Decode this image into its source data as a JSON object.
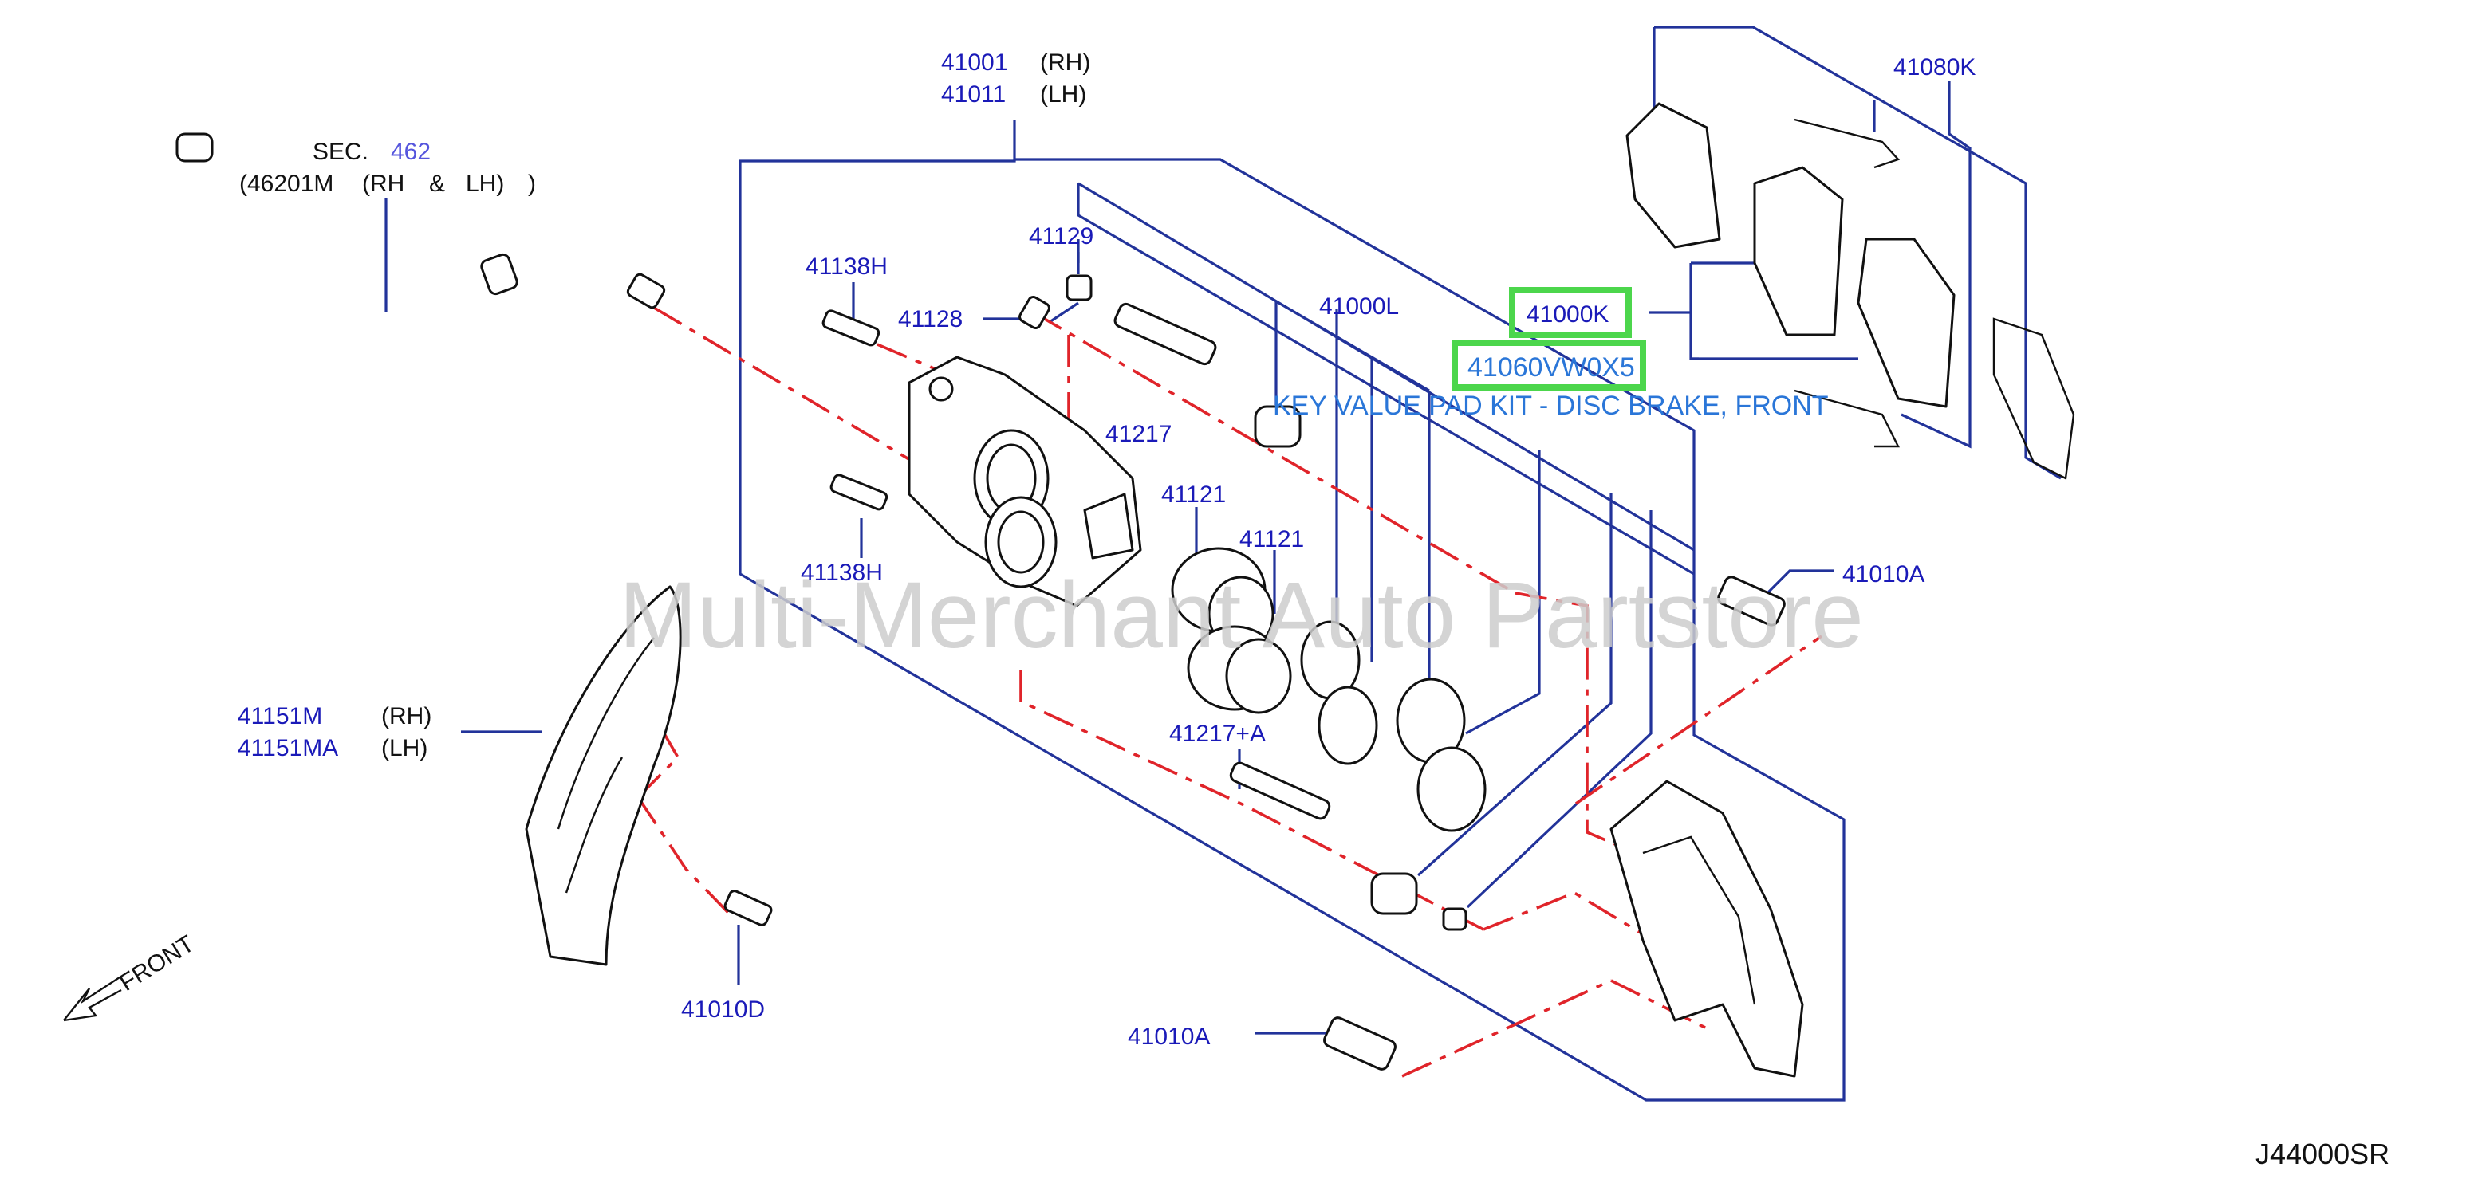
{
  "labels": {
    "sec_prefix": "SEC.",
    "sec_num": "462",
    "hose_part": "(46201M",
    "hose_rh": "(RH",
    "hose_amp": "&",
    "hose_lh": "LH)",
    "hose_close": ")",
    "caliper_rh_num": "41001",
    "caliper_rh_side": "(RH)",
    "caliper_lh_num": "41011",
    "caliper_lh_side": "(LH)",
    "bolt_top": "41138H",
    "bolt_bottom": "41138H",
    "bleeder": "41128",
    "bleeder_cap": "41129",
    "pin_upper": "41217",
    "seal_kit": "41000L",
    "piston_a": "41121",
    "piston_b": "41121",
    "pin_lower": "41217+A",
    "pad_hw_kit": "41080K",
    "pad_kit_highlight": "41000K",
    "pad_kit_main": "41060VW0X5",
    "pad_kit_desc": "KEY VALUE PAD KIT - DISC BRAKE, FRONT",
    "bolt_bracket_upper": "41010A",
    "bolt_bracket_lower": "41010A",
    "shield_rh_num": "41151M",
    "shield_rh_side": "(RH)",
    "shield_lh_num": "41151MA",
    "shield_lh_side": "(LH)",
    "shield_bolt": "41010D",
    "front_arrow": "FRONT",
    "watermark": "Multi-Merchant Auto Partstore",
    "diagram_ref": "J44000SR"
  },
  "colors": {
    "label_blue": "#1a1ab8",
    "leader_blue": "#22339a",
    "centerline_red": "#e0242a",
    "highlight_green": "#4cd64c",
    "key_text_blue": "#2a76d8"
  }
}
